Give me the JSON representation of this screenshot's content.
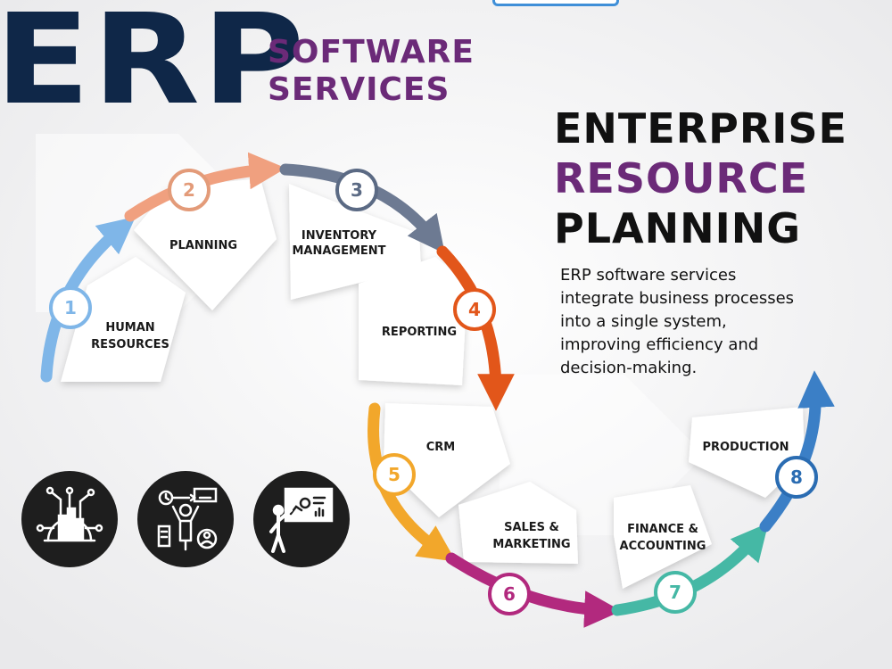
{
  "brand": {
    "big": "ERP",
    "line1": "SOFTWARE",
    "line2": "SERVICES"
  },
  "heading": {
    "line1": "ENTERPRISE",
    "line2": "RESOURCE",
    "line3": "PLANNING"
  },
  "description": [
    "ERP software services",
    "integrate business processes",
    "into a single system,",
    "improving efficiency and",
    "decision-making."
  ],
  "steps": [
    {
      "number": "1",
      "label1": "HUMAN",
      "label2": "RESOURCES",
      "color": "#7fb6e8"
    },
    {
      "number": "2",
      "label1": "PLANNING",
      "label2": "",
      "color": "#e39b79"
    },
    {
      "number": "3",
      "label1": "INVENTORY",
      "label2": "MANAGEMENT",
      "color": "#5b6a84"
    },
    {
      "number": "4",
      "label1": "REPORTING",
      "label2": "",
      "color": "#e2561a"
    },
    {
      "number": "5",
      "label1": "CRM",
      "label2": "",
      "color": "#f2a72b"
    },
    {
      "number": "6",
      "label1": "SALES &",
      "label2": "MARKETING",
      "color": "#b2297e"
    },
    {
      "number": "7",
      "label1": "FINANCE &",
      "label2": "ACCOUNTING",
      "color": "#45b8a5"
    },
    {
      "number": "8",
      "label1": "PRODUCTION",
      "label2": "",
      "color": "#2a6cb2"
    }
  ],
  "icons": [
    "network-gear-icon",
    "business-workflow-icon",
    "presentation-board-icon"
  ],
  "colors": {
    "navy": "#0f2748",
    "purple": "#6b2a78",
    "black": "#111111"
  }
}
